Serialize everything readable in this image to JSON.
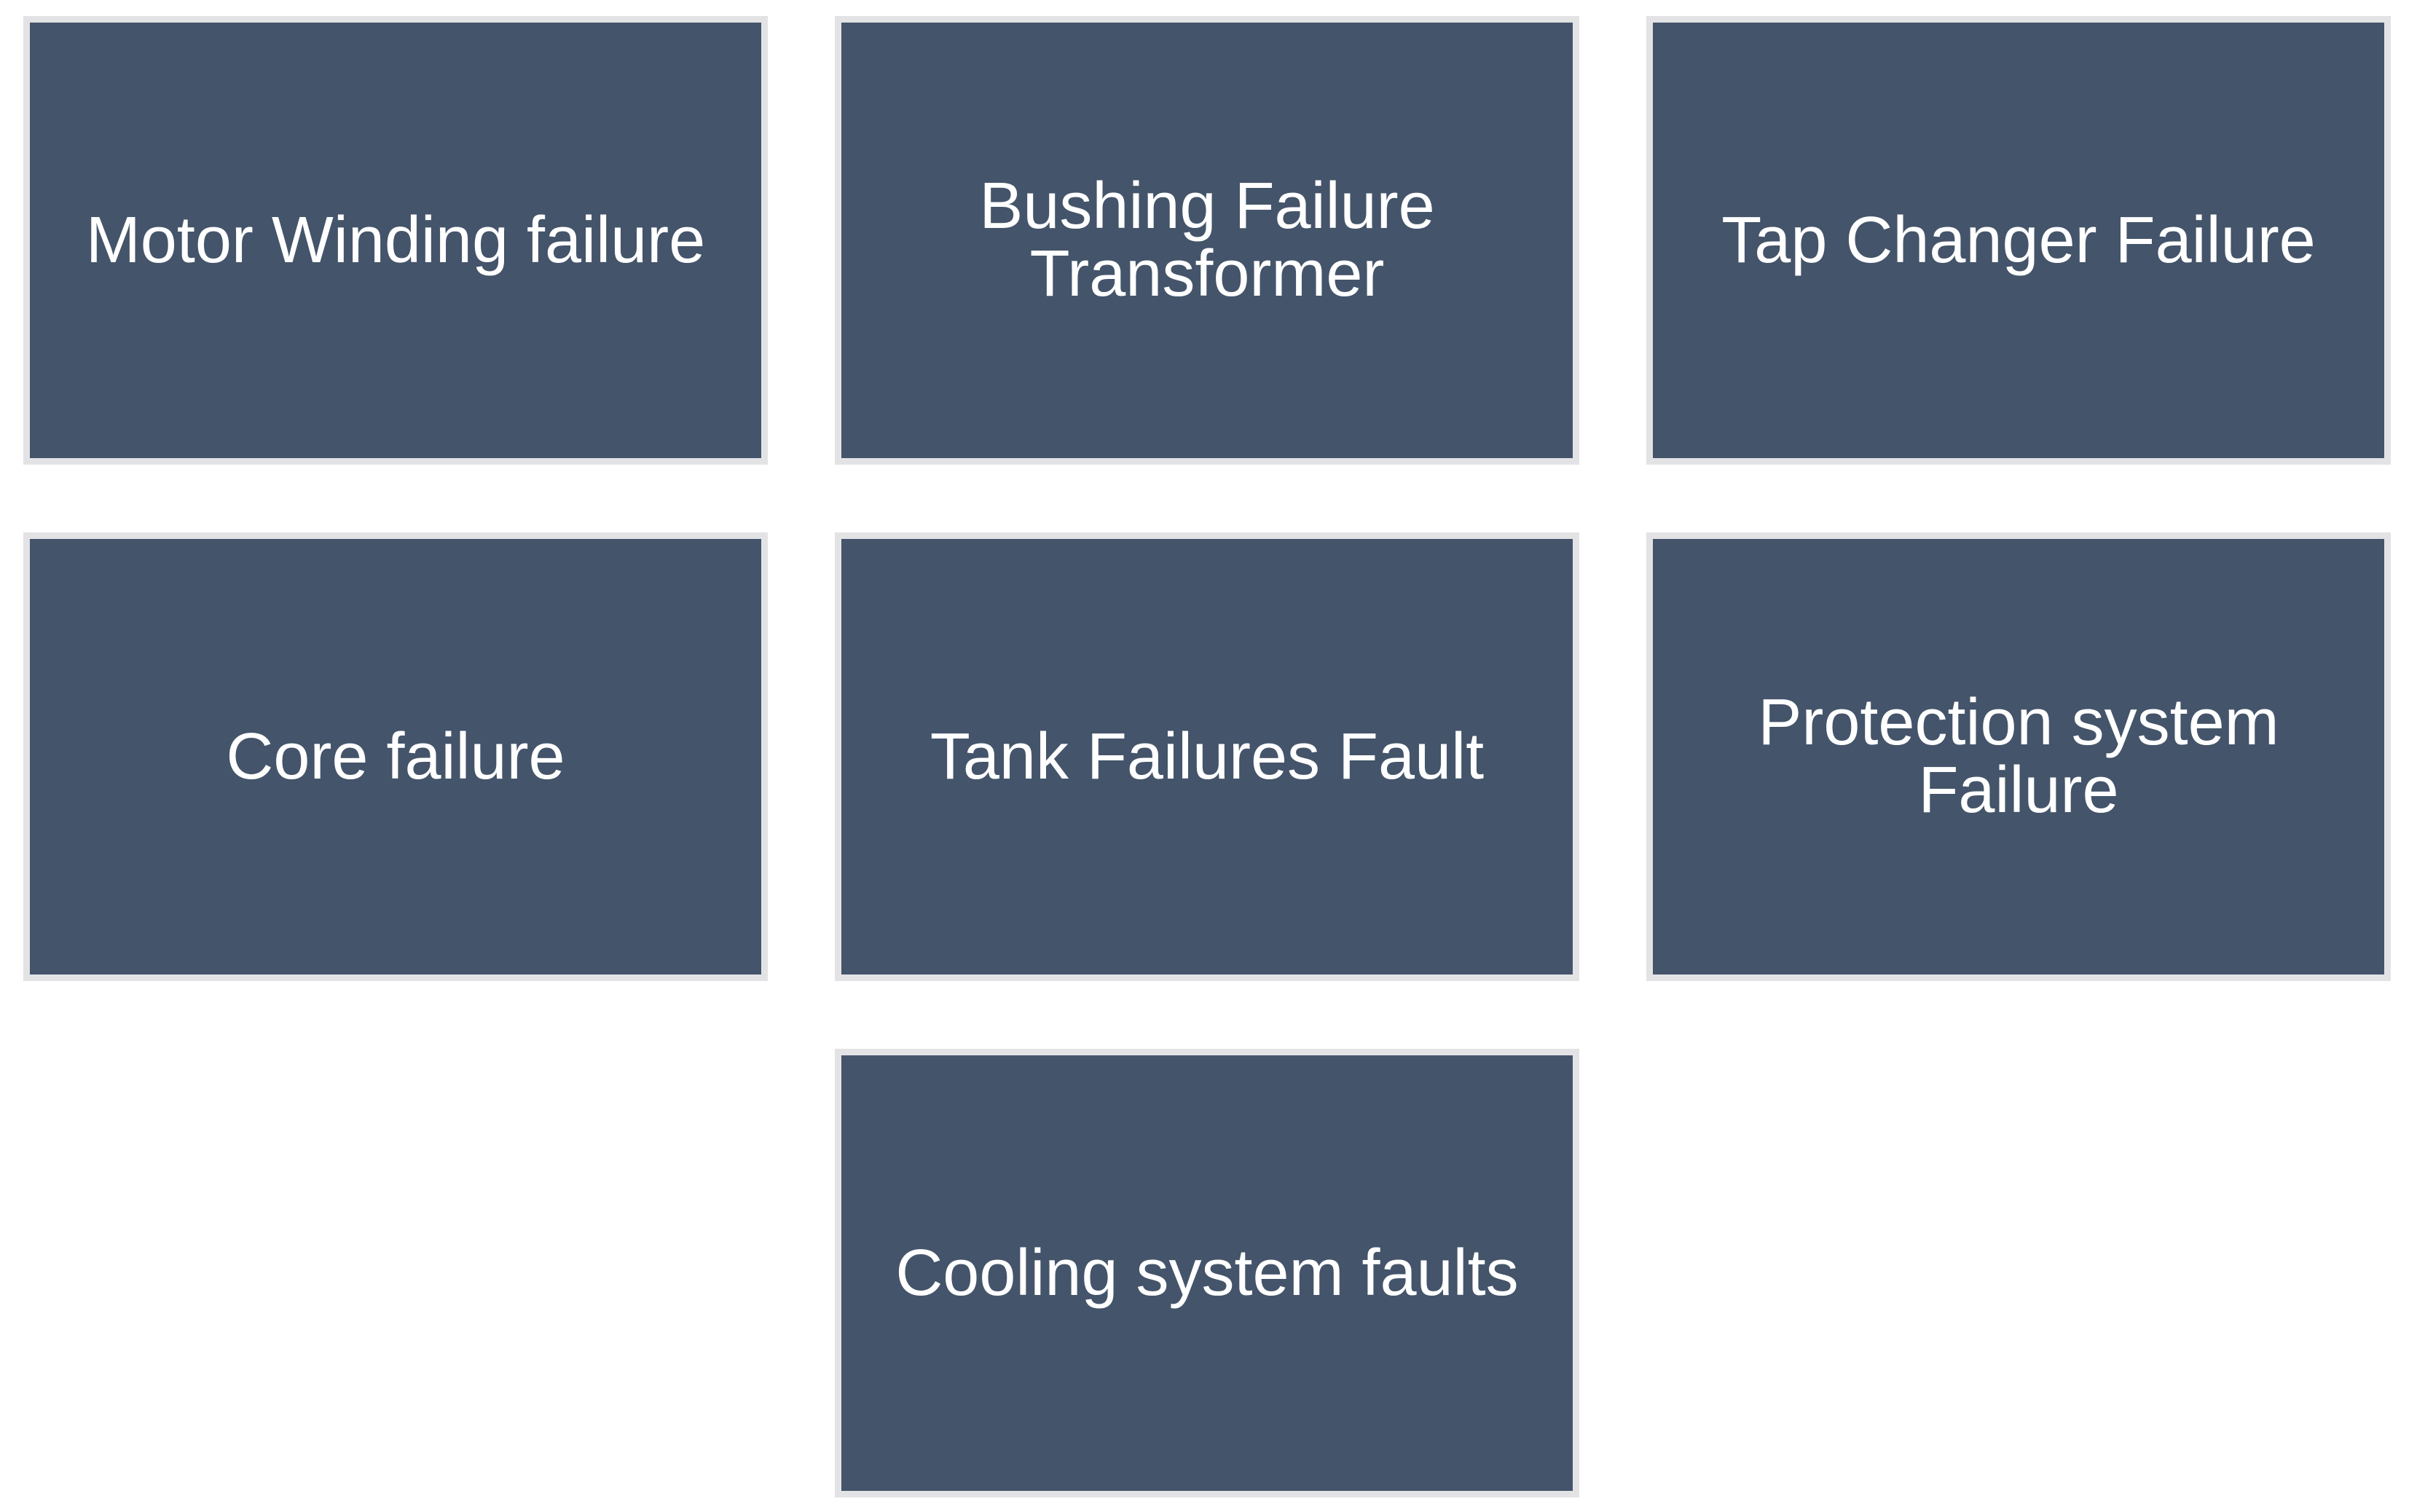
{
  "diagram_title": "",
  "colors": {
    "background": "#FFFFFF",
    "box_fill": "#44546A",
    "box_border": "#E3E3E6",
    "text": "#FFFFFF"
  },
  "boxes": [
    {
      "id": "motor-winding-failure",
      "label": "Motor Winding failure",
      "lines": [
        "Motor Winding failure"
      ]
    },
    {
      "id": "bushing-failure-transformer",
      "label": "Bushing Failure Transformer",
      "lines": [
        "Bushing Failure",
        "Transformer"
      ]
    },
    {
      "id": "tap-changer-failure",
      "label": "Tap Changer Failure",
      "lines": [
        "Tap Changer Failure"
      ]
    },
    {
      "id": "core-failure",
      "label": "Core failure",
      "lines": [
        "Core failure"
      ]
    },
    {
      "id": "tank-failures-fault",
      "label": "Tank Failures Fault",
      "lines": [
        "Tank Failures Fault"
      ]
    },
    {
      "id": "protection-system-failure",
      "label": "Protection system Failure",
      "lines": [
        "Protection system",
        "Failure"
      ]
    },
    {
      "id": "cooling-system-faults",
      "label": "Cooling system faults",
      "lines": [
        "Cooling system faults"
      ]
    }
  ]
}
